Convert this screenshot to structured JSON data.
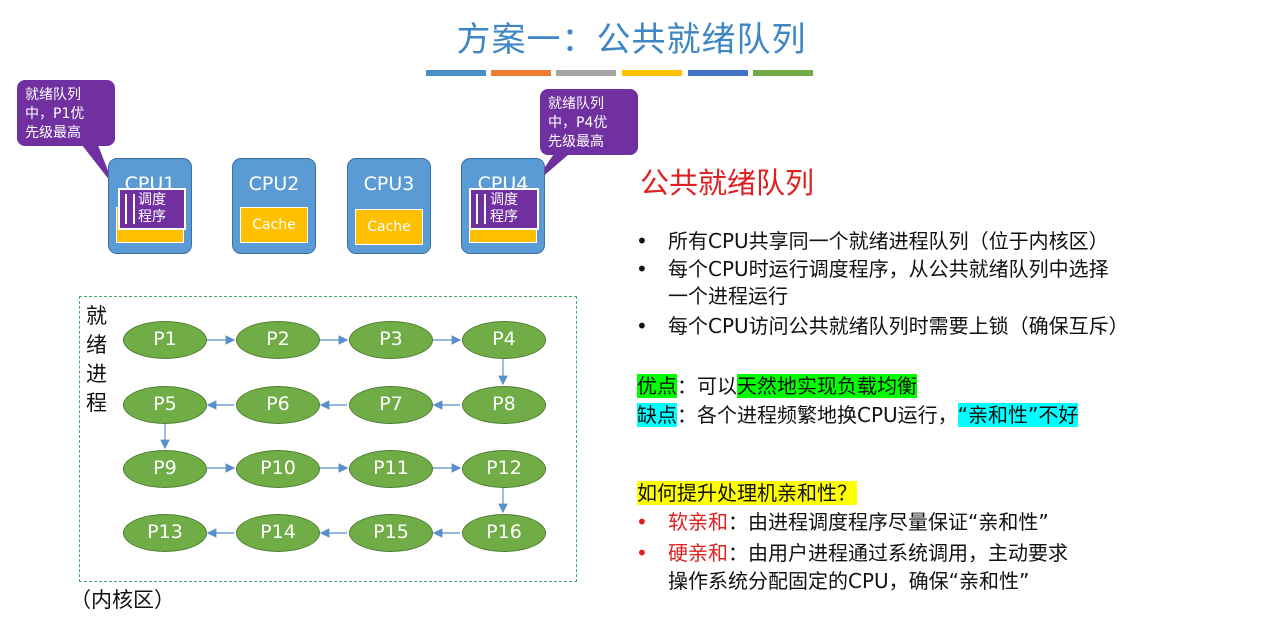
{
  "title": "方案一：公共就绪队列",
  "title_bar_colors": [
    "#4a90c8",
    "#ed7d31",
    "#a5a5a5",
    "#ffc000",
    "#4472c4",
    "#70ad47"
  ],
  "callouts": {
    "left": [
      "就绪队列",
      "中，P1优",
      "先级最高"
    ],
    "right": [
      "就绪队列",
      "中，P4优",
      "先级最高"
    ]
  },
  "cpus": [
    {
      "name": "CPU1",
      "cache": "Cache",
      "scheduler": [
        "调度",
        "程序"
      ]
    },
    {
      "name": "CPU2",
      "cache": "Cache"
    },
    {
      "name": "CPU3",
      "cache": "Cache"
    },
    {
      "name": "CPU4",
      "cache": "Cache",
      "scheduler": [
        "调度",
        "程序"
      ]
    }
  ],
  "ready_label": [
    "就",
    "绪",
    "进",
    "程"
  ],
  "kernel_label": "（内核区）",
  "processes": [
    "P1",
    "P2",
    "P3",
    "P4",
    "P5",
    "P6",
    "P7",
    "P8",
    "P9",
    "P10",
    "P11",
    "P12",
    "P13",
    "P14",
    "P15",
    "P16"
  ],
  "heading": "公共就绪队列",
  "bullets": [
    [
      "所有CPU共享同一个就绪进程队列（位于内核区）"
    ],
    [
      "每个CPU时运行调度程序，从公共就绪队列中选择",
      "一个进程运行"
    ],
    [
      "每个CPU访问公共就绪队列时需要上锁（确保互斥）"
    ]
  ],
  "pros": {
    "label": "优点",
    "sep": "：可以",
    "value": "天然地实现负载均衡"
  },
  "cons": {
    "label": "缺点",
    "sep": "：各个进程频繁地换CPU运行，",
    "value": "“亲和性”不好"
  },
  "question": "如何提升处理机亲和性？",
  "soft": {
    "label": "软亲和",
    "text": "：由进程调度程序尽量保证“亲和性”"
  },
  "hard": {
    "label": "硬亲和",
    "text": "：由用户进程通过系统调用，主动要求",
    "text2": "操作系统分配固定的CPU，确保“亲和性”"
  },
  "colors": {
    "title": "#3f86c5",
    "cpu": "#5b9bd5",
    "cache": "#ffc000",
    "scheduler": "#7030a0",
    "process": "#70ad47",
    "heading": "#e02020"
  }
}
